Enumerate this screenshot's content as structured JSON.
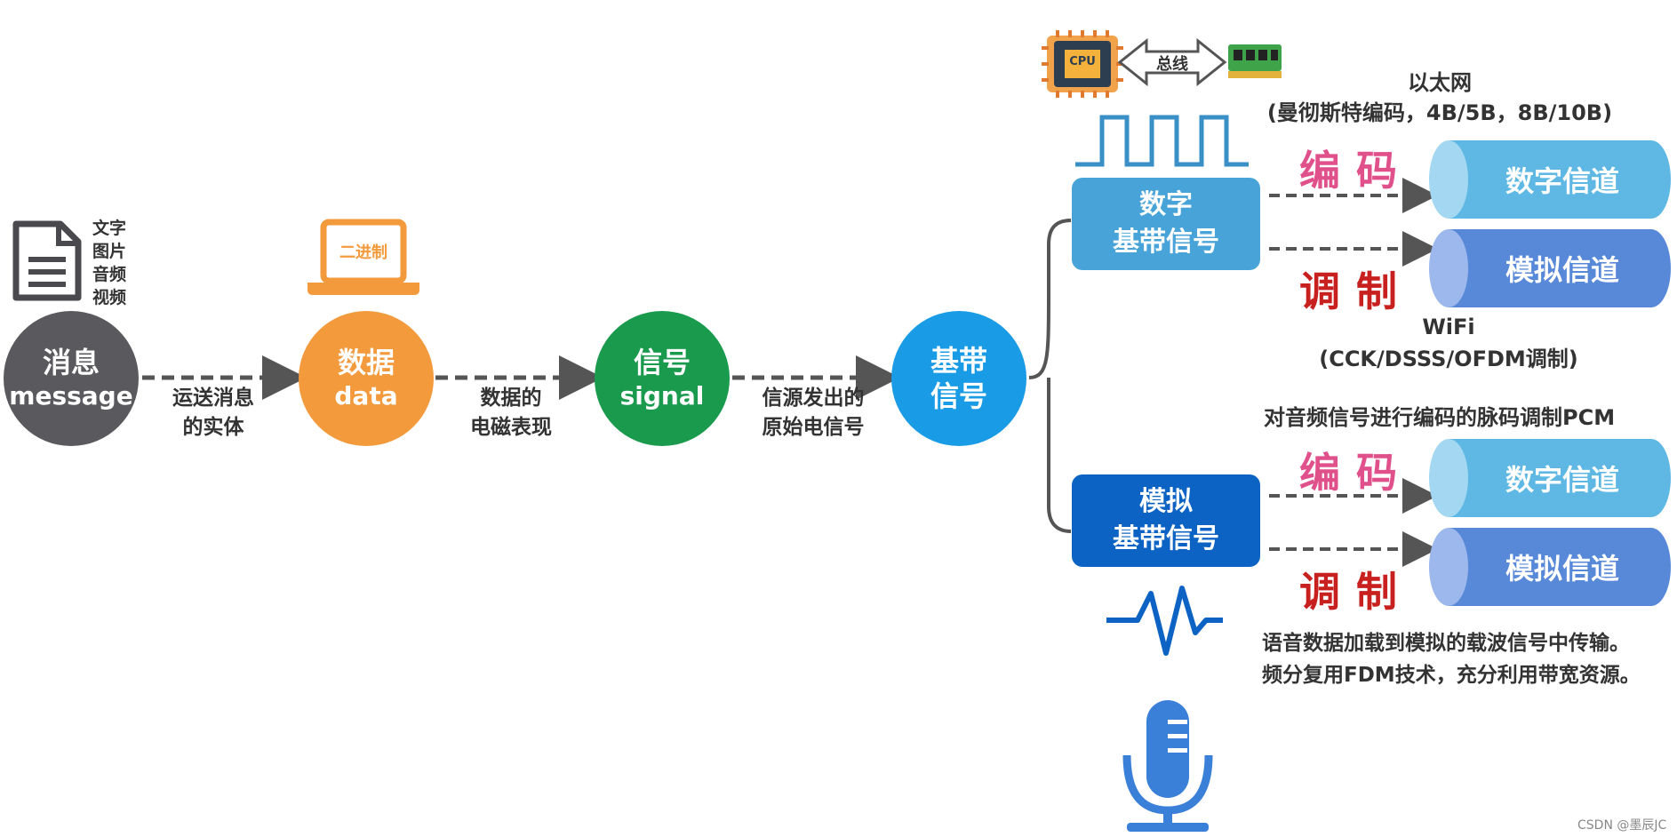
{
  "message": {
    "title": "消息",
    "subtitle": "message",
    "caption": [
      "运送消息",
      "的实体"
    ],
    "types": [
      "文字",
      "图片",
      "音频",
      "视频"
    ]
  },
  "data": {
    "title": "数据",
    "subtitle": "data",
    "laptop_label": "二进制",
    "caption": [
      "数据的",
      "电磁表现"
    ]
  },
  "signal": {
    "title": "信号",
    "subtitle": "signal",
    "caption": [
      "信源发出的",
      "原始电信号"
    ]
  },
  "baseband": {
    "title_lines": [
      "基带",
      "信号"
    ]
  },
  "digital_baseband": {
    "lines": [
      "数字",
      "基带信号"
    ]
  },
  "analog_baseband": {
    "lines": [
      "模拟",
      "基带信号"
    ]
  },
  "bus": {
    "cpu_label": "CPU",
    "bus_label": "总线"
  },
  "ethernet_note": [
    "以太网",
    "(曼彻斯特编码，4B/5B，8B/10B)"
  ],
  "wifi_note": [
    "WiFi",
    "(CCK/DSSS/OFDM调制)"
  ],
  "pcm_note": "对音频信号进行编码的脉码调制PCM",
  "fdm_note": [
    "语音数据加载到模拟的载波信号中传输。",
    "频分复用FDM技术，充分利用带宽资源。"
  ],
  "ops": {
    "encode": "编码",
    "modulate": "调制"
  },
  "channels": {
    "digital": "数字信道",
    "analog": "模拟信道"
  },
  "watermark": "CSDN @墨辰JC",
  "colors": {
    "message": "#5a5a5e",
    "data": "#f39a3c",
    "signal": "#1a9a4d",
    "baseband": "#1a9be6",
    "digital_box": "#48a4d8",
    "analog_box": "#0d63c4",
    "encode": "#e0508a",
    "modulate": "#c8201e",
    "channel_digital": "#5fb8e4",
    "channel_analog": "#5889d8"
  }
}
